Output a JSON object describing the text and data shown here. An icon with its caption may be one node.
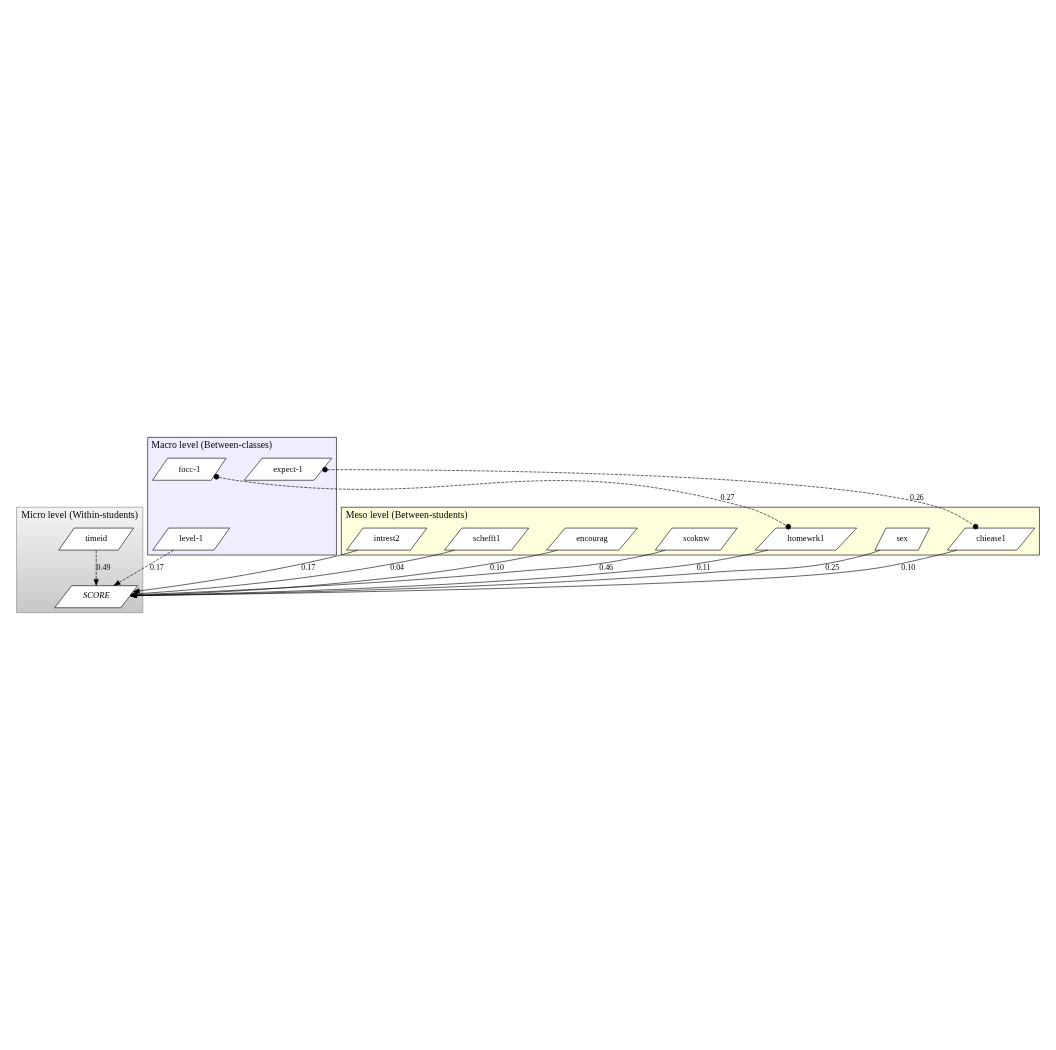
{
  "diagram": {
    "nodes": [
      {
        "text": [
          "Macro level (Between-classes)"
        ]
      },
      {
        "text": [
          "level-1"
        ],
        "in": 0
      },
      {
        "text": [
          "expect-1"
        ],
        "in": 0
      },
      {
        "text": [
          "focc-1"
        ],
        "in": 0
      },
      {
        "text": [
          "Meso level (Between-students)"
        ]
      },
      {
        "text": [
          "intrest2"
        ],
        "in": 4
      },
      {
        "text": [
          "schefft1"
        ],
        "in": 4
      },
      {
        "text": [
          "encourag"
        ],
        "in": 4
      },
      {
        "text": [
          "scoknw"
        ],
        "in": 4
      },
      {
        "text": [
          "homewrk1"
        ],
        "in": 4
      },
      {
        "text": [
          "sex"
        ],
        "in": 4
      },
      {
        "text": [
          "chiease1"
        ],
        "in": 4
      },
      {
        "text": [
          "Micro level (Within-students)"
        ]
      },
      {
        "text": [
          "timeid"
        ],
        "in": 12
      },
      {
        "text": [
          "SCORE"
        ],
        "in": 12
      }
    ],
    "edges": [
      {
        "from": 1,
        "to": 14,
        "arrow": "to",
        "label": "0.17",
        "style": "dashed"
      },
      {
        "from": 2,
        "to": 11,
        "arrow": "other",
        "label": "0.26",
        "style": "dashed"
      },
      {
        "from": 3,
        "to": 9,
        "arrow": "other",
        "label": "0.27",
        "style": "dashed"
      },
      {
        "from": 5,
        "to": 14,
        "arrow": "to",
        "label": "0.17"
      },
      {
        "from": 6,
        "to": 14,
        "arrow": "to",
        "label": "0.04"
      },
      {
        "from": 8,
        "to": 14,
        "arrow": "to",
        "label": "0.46"
      },
      {
        "from": 10,
        "to": 14,
        "arrow": "to",
        "label": "0.25"
      },
      {
        "from": 11,
        "to": 14,
        "arrow": "to",
        "label": "0.10"
      },
      {
        "from": 9,
        "to": 14,
        "arrow": "to",
        "label": "0.11"
      },
      {
        "from": 7,
        "to": 14,
        "arrow": "to",
        "label": "0.10"
      },
      {
        "from": 13,
        "to": 14,
        "arrow": "to",
        "label": "0.49",
        "style": "dashed"
      }
    ]
  }
}
